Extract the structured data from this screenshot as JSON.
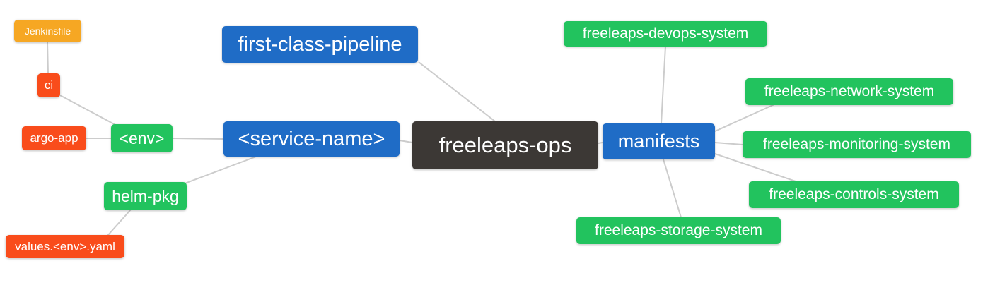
{
  "diagram": {
    "type": "mindmap",
    "background_color": "#FFFFFF",
    "edge_color": "#CCCCCC",
    "text_color": "#FFFFFF",
    "colors": {
      "orange": "#F6A723",
      "red": "#F94C1B",
      "green": "#22C35E",
      "blue": "#1F6CC6",
      "dark": "#3C3835"
    },
    "nodes": {
      "jenkinsfile": {
        "label": "Jenkinsfile",
        "color": "#F6A723"
      },
      "ci": {
        "label": "ci",
        "color": "#F94C1B"
      },
      "argo_app": {
        "label": "argo-app",
        "color": "#F94C1B"
      },
      "env": {
        "label": "<env>",
        "color": "#22C35E"
      },
      "helm_pkg": {
        "label": "helm-pkg",
        "color": "#22C35E"
      },
      "values_env_yaml": {
        "label": "values.<env>.yaml",
        "color": "#F94C1B"
      },
      "first_class_pipeline": {
        "label": "first-class-pipeline",
        "color": "#1F6CC6"
      },
      "service_name": {
        "label": "<service-name>",
        "color": "#1F6CC6"
      },
      "freeleaps_ops": {
        "label": "freeleaps-ops",
        "color": "#3C3835"
      },
      "manifests": {
        "label": "manifests",
        "color": "#1F6CC6"
      },
      "devops_system": {
        "label": "freeleaps-devops-system",
        "color": "#22C35E"
      },
      "network_system": {
        "label": "freeleaps-network-system",
        "color": "#22C35E"
      },
      "monitoring_system": {
        "label": "freeleaps-monitoring-system",
        "color": "#22C35E"
      },
      "controls_system": {
        "label": "freeleaps-controls-system",
        "color": "#22C35E"
      },
      "storage_system": {
        "label": "freeleaps-storage-system",
        "color": "#22C35E"
      }
    },
    "edges": [
      [
        "jenkinsfile",
        "ci"
      ],
      [
        "ci",
        "env"
      ],
      [
        "argo_app",
        "env"
      ],
      [
        "env",
        "service_name"
      ],
      [
        "helm_pkg",
        "service_name"
      ],
      [
        "values_env_yaml",
        "helm_pkg"
      ],
      [
        "first_class_pipeline",
        "freeleaps_ops"
      ],
      [
        "service_name",
        "freeleaps_ops"
      ],
      [
        "freeleaps_ops",
        "manifests"
      ],
      [
        "manifests",
        "devops_system"
      ],
      [
        "manifests",
        "network_system"
      ],
      [
        "manifests",
        "monitoring_system"
      ],
      [
        "manifests",
        "controls_system"
      ],
      [
        "manifests",
        "storage_system"
      ]
    ]
  }
}
